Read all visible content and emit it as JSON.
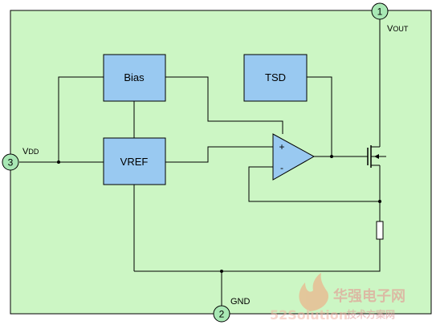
{
  "colors": {
    "board_fill": "#ccf6c4",
    "block_fill": "#99c9f1",
    "pin_fill": "#a8e8b4",
    "wire": "#000000"
  },
  "blocks": {
    "bias": "Bias",
    "tsd": "TSD",
    "vref": "VREF"
  },
  "pins": {
    "vout_number": "1",
    "gnd_number": "2",
    "vdd_number": "3"
  },
  "labels": {
    "vout_main": "V",
    "vout_sub": "OUT",
    "vdd_main": "V",
    "vdd_sub": "DD",
    "gnd": "GND"
  },
  "amplifier": {
    "plus_sign": "+",
    "minus_sign": "-"
  },
  "watermark": {
    "cn_text": "华强电子网",
    "sub_text": "52Solution",
    "sub_cn": "技术方案网"
  },
  "icons": {
    "amplifier": "opamp-triangle-icon",
    "transistor": "mosfet-pass-transistor-icon",
    "resistor": "resistor-icon",
    "watermark_logo": "flame-logo-icon"
  }
}
